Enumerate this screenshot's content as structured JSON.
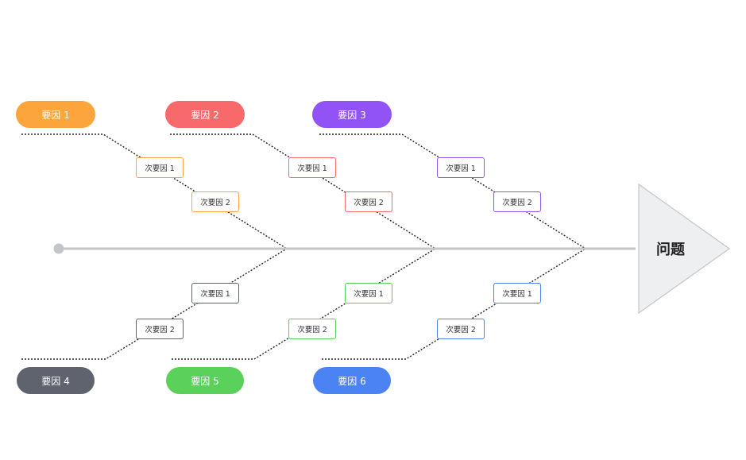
{
  "problem": {
    "label": "问题"
  },
  "colors": {
    "spine": "#c4c5c9",
    "problem_fill": "#eeeff1",
    "problem_stroke": "#c4c5c9",
    "dotted_line": "#222222"
  },
  "causes": [
    {
      "label": "要因 1",
      "color": "#fda53d",
      "position": "top",
      "subs": [
        {
          "label": "次要因 1"
        },
        {
          "label": "次要因 2"
        }
      ]
    },
    {
      "label": "要因 2",
      "color": "#f8696b",
      "position": "top",
      "subs": [
        {
          "label": "次要因 1"
        },
        {
          "label": "次要因 2"
        }
      ]
    },
    {
      "label": "要因 3",
      "color": "#9153f6",
      "position": "top",
      "subs": [
        {
          "label": "次要因 1"
        },
        {
          "label": "次要因 2"
        }
      ]
    },
    {
      "label": "要因 4",
      "color": "#5e636d",
      "position": "bottom",
      "subs": [
        {
          "label": "次要因 1"
        },
        {
          "label": "次要因 2"
        }
      ]
    },
    {
      "label": "要因 5",
      "color": "#5ad15a",
      "position": "bottom",
      "subs": [
        {
          "label": "次要因 1"
        },
        {
          "label": "次要因 2"
        }
      ]
    },
    {
      "label": "要因 6",
      "color": "#4c83f4",
      "position": "bottom",
      "subs": [
        {
          "label": "次要因 1"
        },
        {
          "label": "次要因 2"
        }
      ]
    }
  ]
}
